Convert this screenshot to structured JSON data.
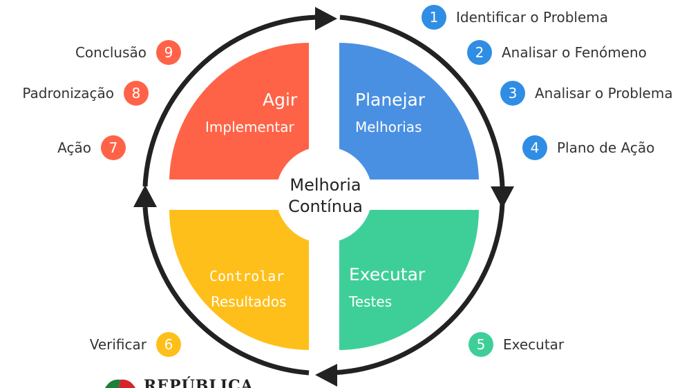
{
  "center": {
    "line1": "Melhoria",
    "line2": "Contínua"
  },
  "quadrants": {
    "plan": {
      "title": "Planejar",
      "subtitle": "Melhorias",
      "color": "#4A90E2"
    },
    "do": {
      "title": "Executar",
      "subtitle": "Testes",
      "color": "#3ECF98"
    },
    "check": {
      "title": "Controlar",
      "subtitle": "Resultados",
      "color": "#FFBF1A"
    },
    "act": {
      "title": "Agir",
      "subtitle": "Implementar",
      "color": "#FF6347"
    }
  },
  "steps": [
    {
      "number": "1",
      "label": "Identificar o Problema",
      "color": "#2F8DE4"
    },
    {
      "number": "2",
      "label": "Analisar o Fenómeno",
      "color": "#2F8DE4"
    },
    {
      "number": "3",
      "label": "Analisar o Problema",
      "color": "#2F8DE4"
    },
    {
      "number": "4",
      "label": "Plano de Ação",
      "color": "#2F8DE4"
    },
    {
      "number": "5",
      "label": "Executar",
      "color": "#3ECF98"
    },
    {
      "number": "6",
      "label": "Verificar",
      "color": "#FFBF1A"
    },
    {
      "number": "7",
      "label": "Ação",
      "color": "#FF6347"
    },
    {
      "number": "8",
      "label": "Padronização",
      "color": "#FF6347"
    },
    {
      "number": "9",
      "label": "Conclusão",
      "color": "#FF6347"
    }
  ],
  "cycle_color": "#222222",
  "logo": {
    "text": "REPÚBLICA",
    "colors": [
      "#1E7F3A",
      "#D4252B"
    ]
  }
}
